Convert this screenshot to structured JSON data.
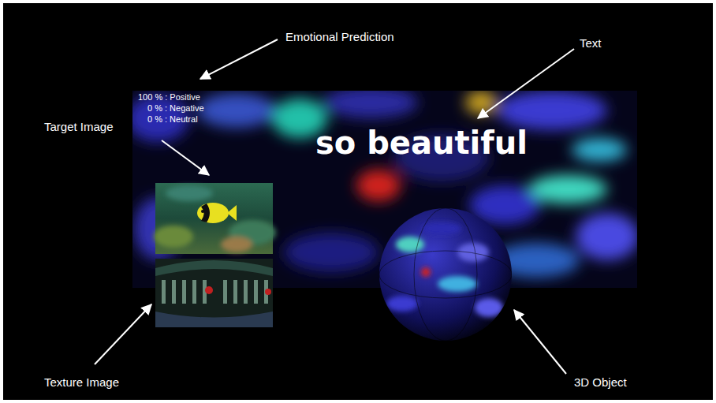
{
  "diagram": {
    "labels": [
      "Emotional Prediction",
      "Text",
      "Target Image",
      "100 % : Positive",
      "0 % : Negative",
      "0 % : Neutral",
      "so beautiful",
      "Texture Image",
      "3D Object"
    ]
  }
}
